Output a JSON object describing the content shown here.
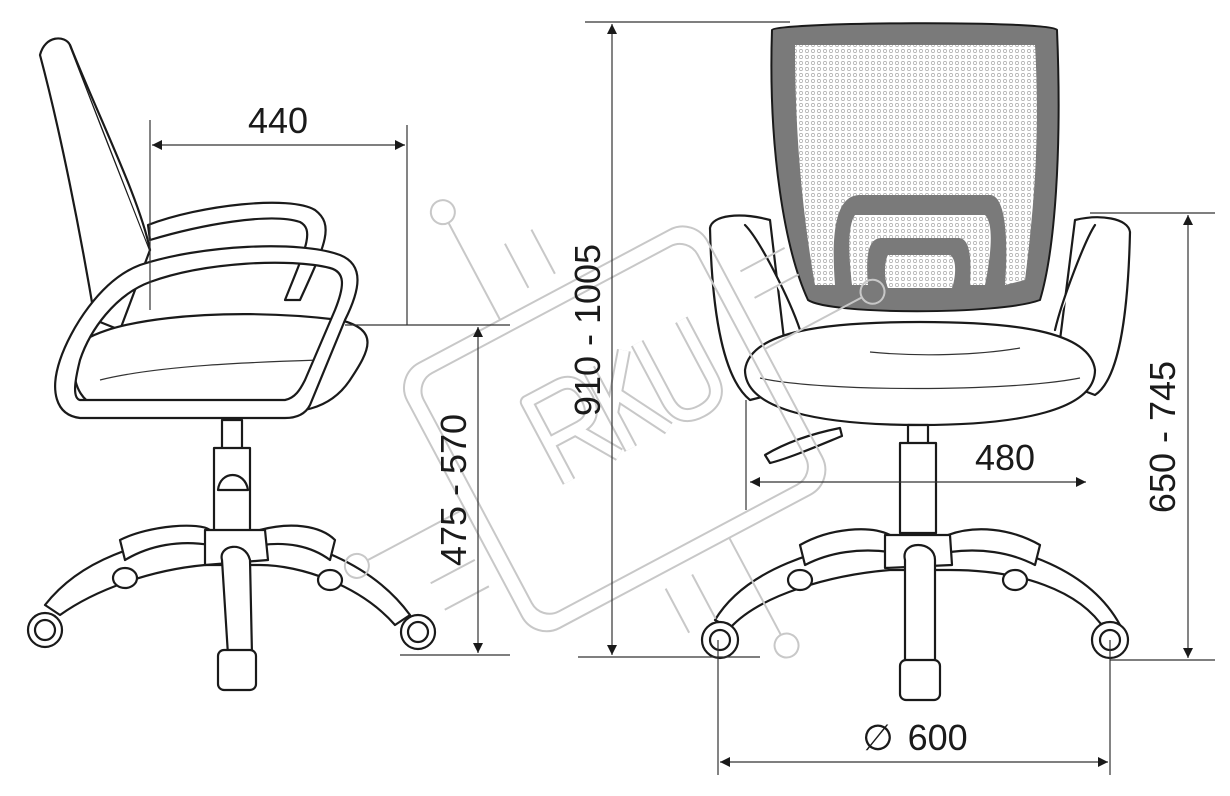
{
  "dimensions": {
    "depth": "440",
    "total_height": "910 - 1005",
    "seat_height": "475 - 570",
    "seat_width": "480",
    "armrest_height": "650 - 745",
    "base_diameter": "600",
    "diameter_symbol": "∅"
  },
  "watermark": {
    "text": "RKU"
  },
  "colors": {
    "line": "#1a1a1a",
    "mesh": "#7a7a7a",
    "watermark": "#c8c8c8"
  }
}
